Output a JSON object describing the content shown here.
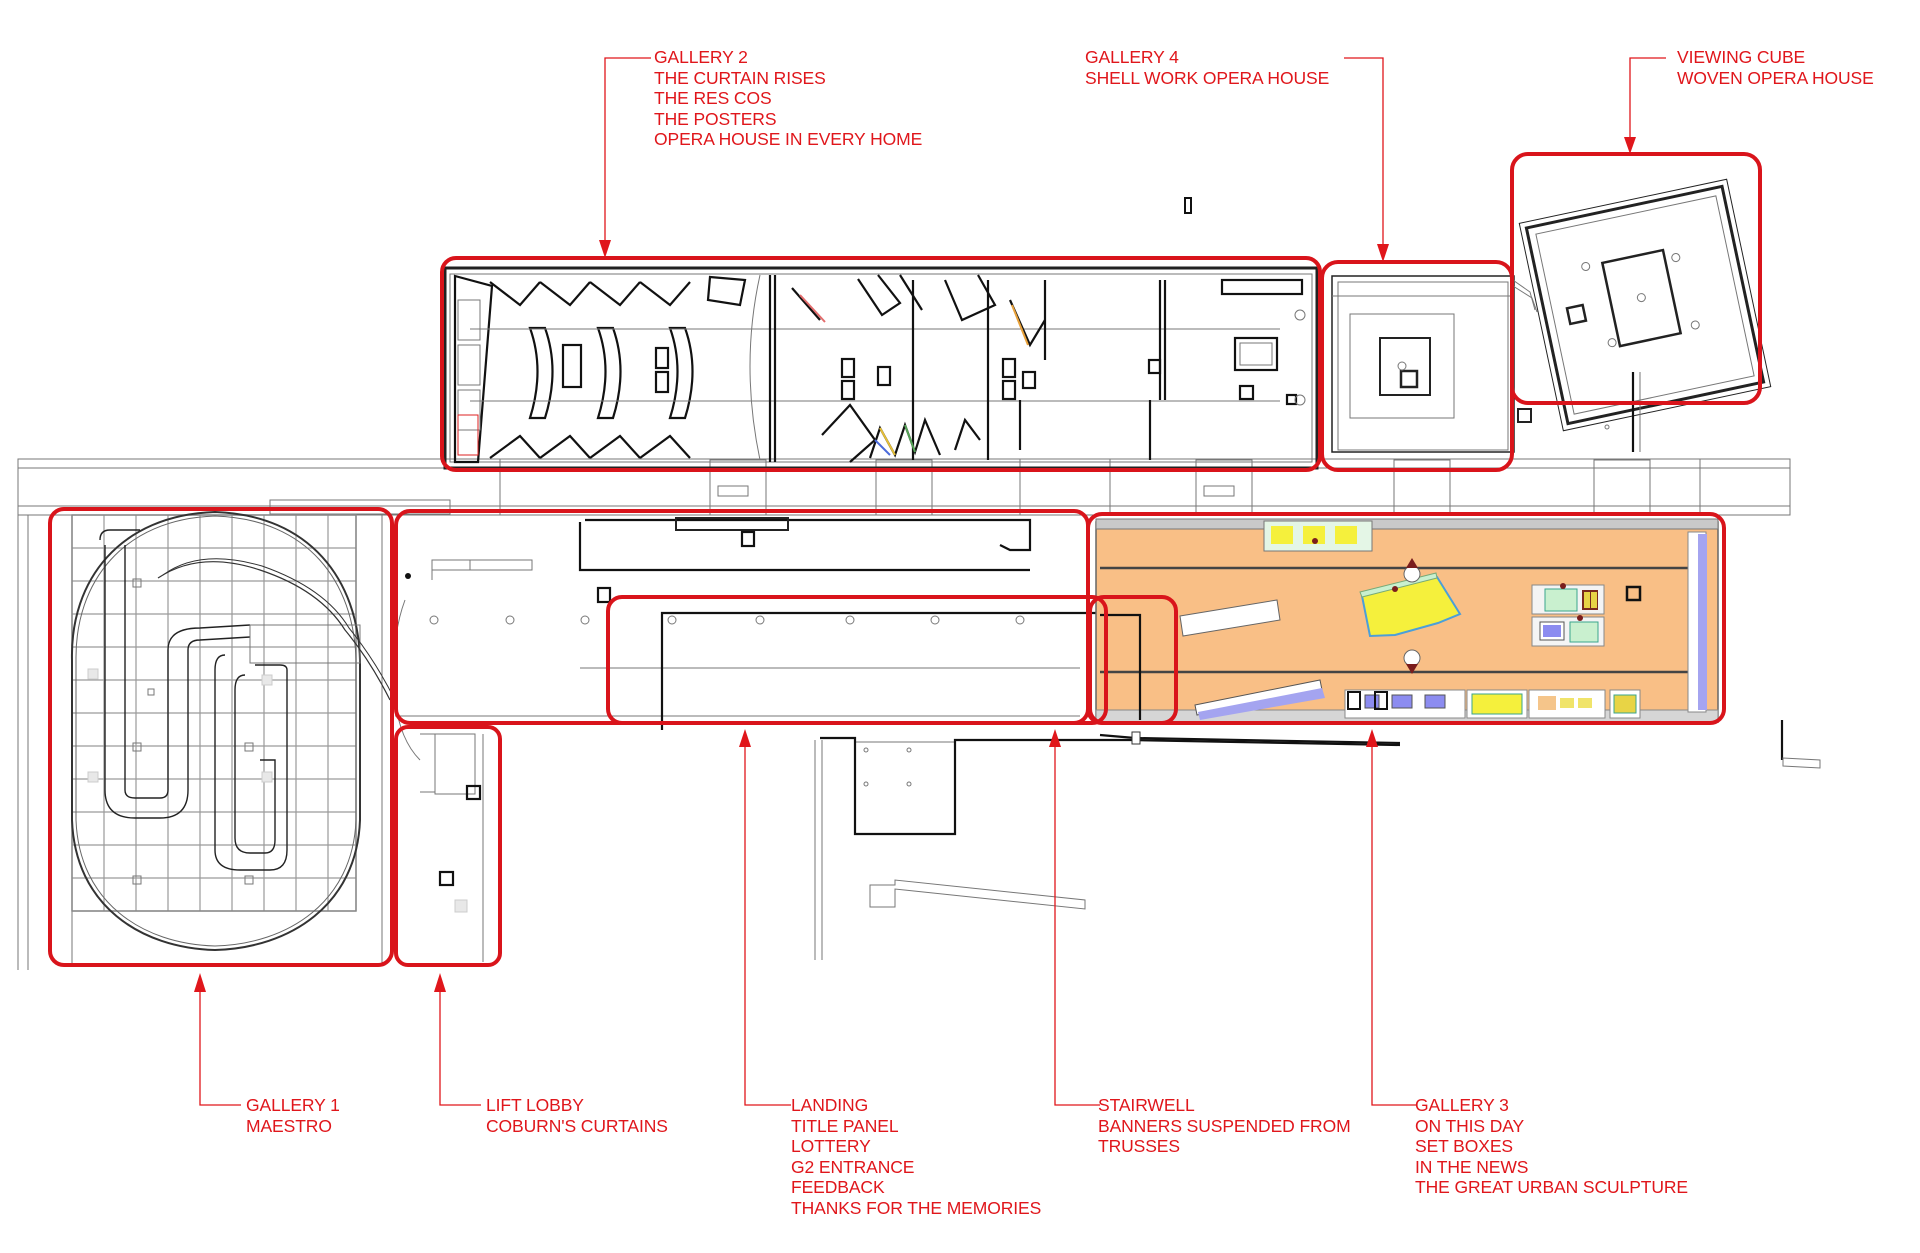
{
  "diagram": {
    "type": "architectural-floor-plan",
    "colors": {
      "annotation_red": "#e0161b",
      "zone_outline": "#d9141b",
      "gallery3_floor": "#f9bf86",
      "display_yellow": "#f5f03c",
      "display_green": "#c9f0cf",
      "display_blue": "#8c8cf0",
      "linework": "#222222"
    }
  },
  "labels": {
    "gallery2": {
      "lines": [
        "GALLERY 2",
        "THE CURTAIN RISES",
        "THE RES COS",
        "THE POSTERS",
        "OPERA HOUSE IN EVERY HOME"
      ]
    },
    "gallery4": {
      "lines": [
        "GALLERY 4",
        "SHELL WORK OPERA HOUSE"
      ]
    },
    "viewing_cube": {
      "lines": [
        "VIEWING CUBE",
        "WOVEN OPERA HOUSE"
      ]
    },
    "gallery1": {
      "lines": [
        "GALLERY 1",
        "MAESTRO"
      ]
    },
    "lift_lobby": {
      "lines": [
        "LIFT LOBBY",
        "COBURN'S CURTAINS"
      ]
    },
    "landing": {
      "lines": [
        "LANDING",
        "TITLE PANEL",
        "LOTTERY",
        "G2 ENTRANCE",
        "FEEDBACK",
        "THANKS FOR THE MEMORIES"
      ]
    },
    "stairwell": {
      "lines": [
        "STAIRWELL",
        "BANNERS SUSPENDED FROM",
        "TRUSSES"
      ]
    },
    "gallery3": {
      "lines": [
        "GALLERY 3",
        "ON THIS DAY",
        "SET BOXES",
        "IN THE NEWS",
        "THE GREAT URBAN SCULPTURE"
      ]
    }
  },
  "zones": [
    {
      "id": "gallery2",
      "name": "Gallery 2"
    },
    {
      "id": "gallery4",
      "name": "Gallery 4"
    },
    {
      "id": "viewing_cube",
      "name": "Viewing Cube"
    },
    {
      "id": "gallery1",
      "name": "Gallery 1"
    },
    {
      "id": "lift_lobby",
      "name": "Lift Lobby"
    },
    {
      "id": "landing",
      "name": "Landing"
    },
    {
      "id": "stairwell",
      "name": "Stairwell"
    },
    {
      "id": "gallery3",
      "name": "Gallery 3"
    }
  ]
}
